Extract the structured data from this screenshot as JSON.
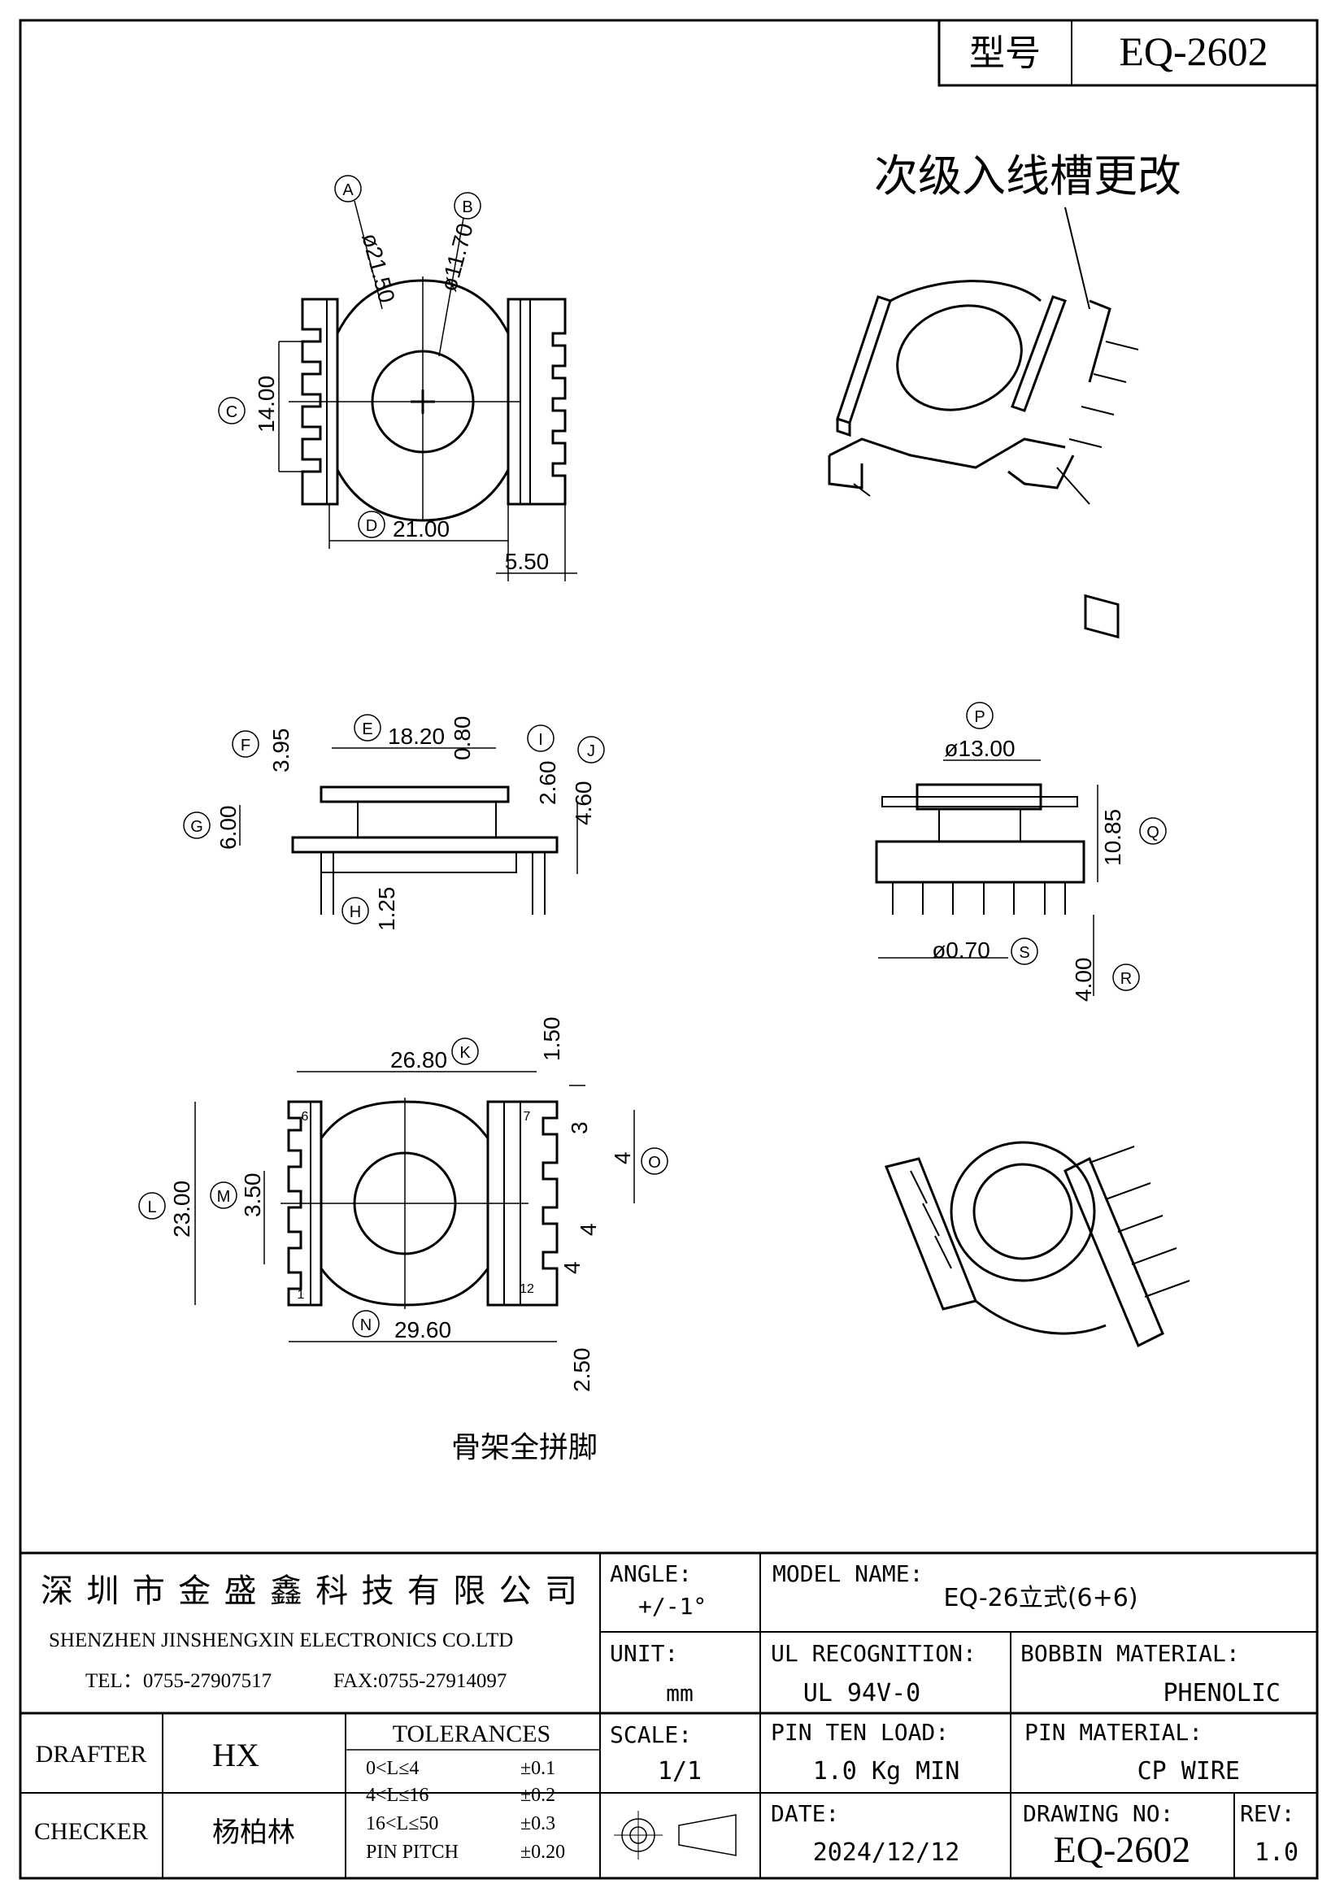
{
  "title_box": {
    "label": "型号",
    "model": "EQ-2602"
  },
  "notes": {
    "secondary_slot": "次级入线槽更改",
    "full_pins": "骨架全拼脚"
  },
  "dims": {
    "A": "A",
    "A_val": "ø21.50",
    "B": "B",
    "B_val": "ø11.70",
    "C": "C",
    "C_val": "14.00",
    "D": "D",
    "D_val": "21.00",
    "w550": "5.50",
    "E": "E",
    "E_val": "18.20",
    "F": "F",
    "F_val": "3.95",
    "G": "G",
    "G_val": "6.00",
    "H": "H",
    "H_val": "1.25",
    "I": "I",
    "w080": "0.80",
    "I_val": "2.60",
    "J": "J",
    "J_val": "4.60",
    "P": "P",
    "P_val": "ø13.00",
    "Q": "Q",
    "Q_val": "10.85",
    "S": "S",
    "S_val": "ø0.70",
    "R": "R",
    "R_val": "4.00",
    "K": "K",
    "K_val": "26.80",
    "top150": "1.50",
    "L": "L",
    "L_val": "23.00",
    "M": "M",
    "M_val": "3.50",
    "N": "N",
    "N_val": "29.60",
    "O": "O",
    "O_val": "4",
    "p3": "3",
    "p4a": "4",
    "p4b": "4",
    "bot250": "2.50",
    "pin6": "6",
    "pin7": "7",
    "pin1": "1",
    "pin12": "12"
  },
  "title_block": {
    "company_cn": "深圳市金盛鑫科技有限公司",
    "company_en": "SHENZHEN JINSHENGXIN ELECTRONICS CO.LTD",
    "tel": "TEL：0755-27907517",
    "fax": "FAX:0755-27914097",
    "angle_label": "ANGLE:",
    "angle_value": "+/-1°",
    "model_label": "MODEL NAME:",
    "model_value": "EQ-26立式(6+6)",
    "unit_label": "UNIT:",
    "unit_value": "mm",
    "ul_label": "UL RECOGNITION:",
    "ul_value": "UL 94V-0",
    "bobbin_label": "BOBBIN MATERIAL:",
    "bobbin_value": "PHENOLIC",
    "drafter_label": "DRAFTER",
    "drafter_value": "HX",
    "tolerances_label": "TOLERANCES",
    "tol": [
      {
        "range": "0<L≤4",
        "value": "±0.1"
      },
      {
        "range": "4<L≤16",
        "value": "±0.2"
      },
      {
        "range": "16<L≤50",
        "value": "±0.3"
      },
      {
        "range": "PIN PITCH",
        "value": "±0.20"
      }
    ],
    "scale_label": "SCALE:",
    "scale_value": "1/1",
    "pin_load_label": "PIN TEN LOAD:",
    "pin_load_value": "1.0 Kg MIN",
    "pin_mat_label": "PIN MATERIAL:",
    "pin_mat_value": "CP WIRE",
    "checker_label": "CHECKER",
    "checker_value": "杨柏林",
    "date_label": "DATE:",
    "date_value": "2024/12/12",
    "drawing_no_label": "DRAWING NO:",
    "drawing_no_value": "EQ-2602",
    "rev_label": "REV:",
    "rev_value": "1.0"
  }
}
